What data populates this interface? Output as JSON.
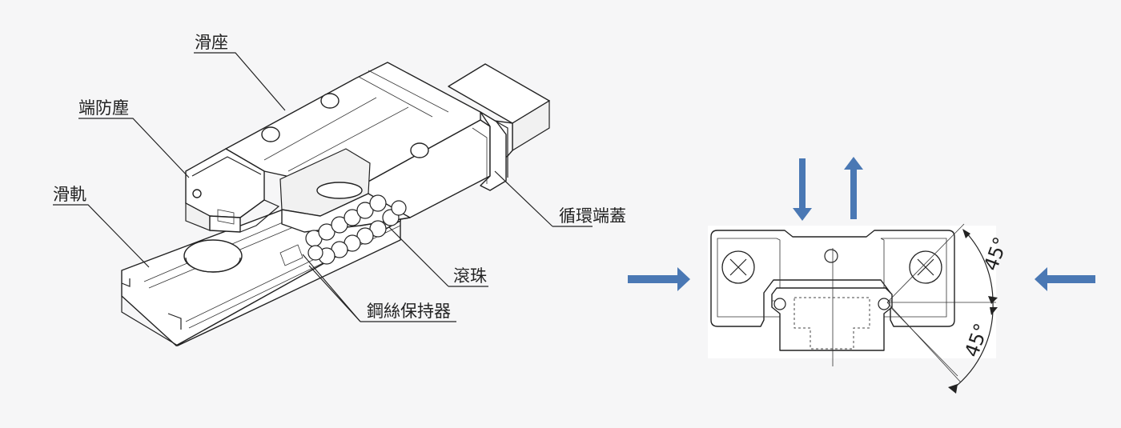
{
  "labels": {
    "carriage": "滑座",
    "end_seal": "端防塵",
    "rail": "滑軌",
    "recirculation_end_cap": "循環端蓋",
    "rollers": "滾珠",
    "wire_retainer": "鋼絲保持器"
  },
  "angles": {
    "upper": "45°",
    "lower": "45°"
  },
  "colors": {
    "arrow": "#4a78b4",
    "line": "#222222",
    "background": "#f6f6f7"
  }
}
